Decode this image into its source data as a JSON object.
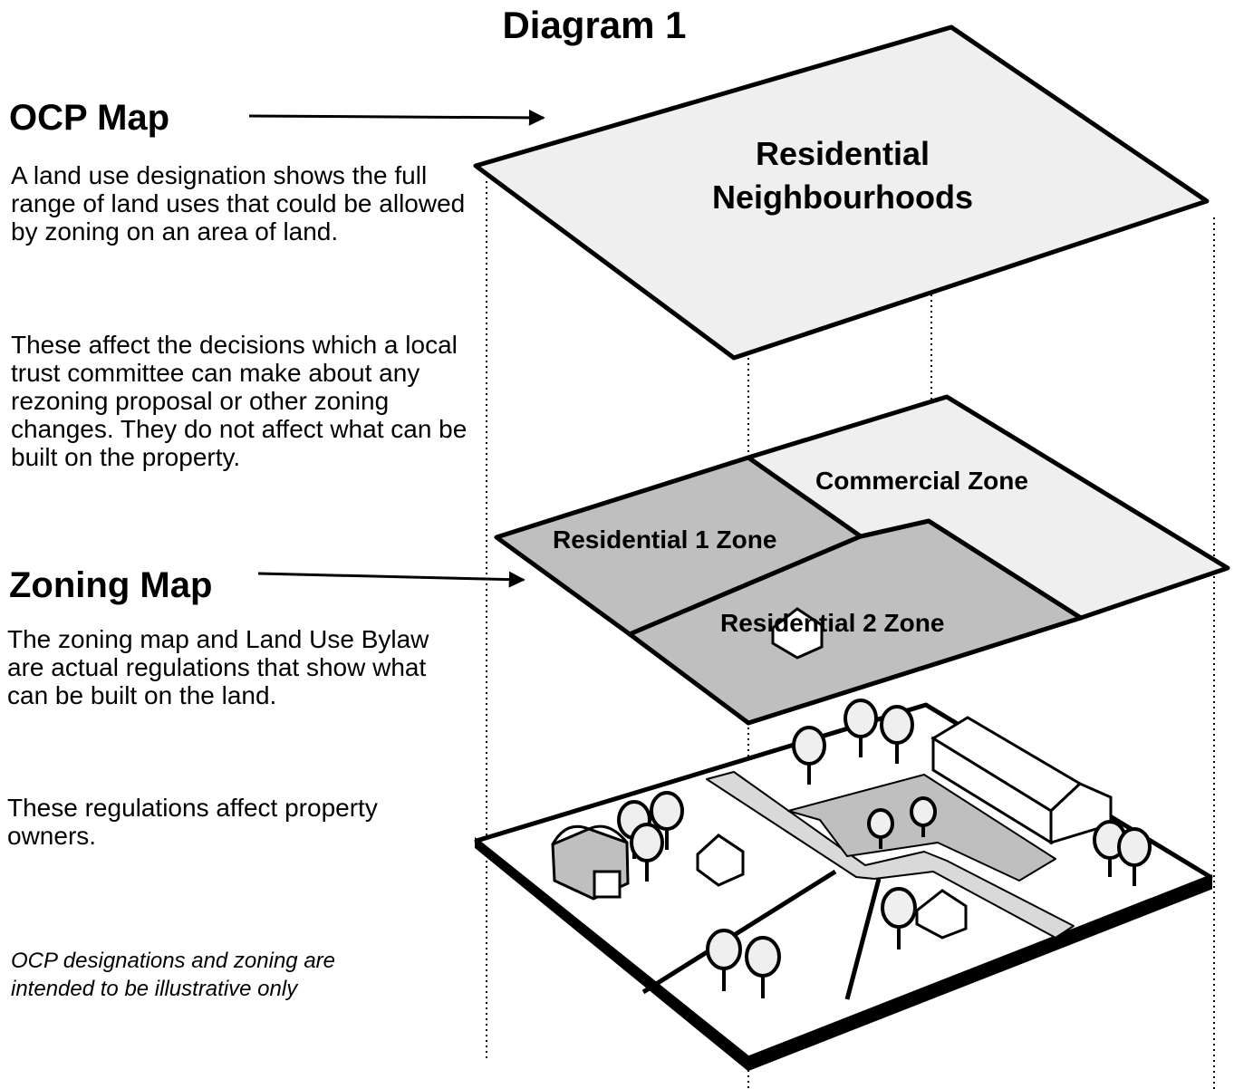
{
  "title": "Diagram 1",
  "ocp": {
    "heading": "OCP Map",
    "paragraph_1": "A land use designation shows the full range of land uses that could be allowed by zoning on an area of land.",
    "paragraph_2": "These affect the decisions which a local trust committee can make about any rezoning proposal or other zoning changes. They do not affect what can be built on the property.",
    "layer_label": "Residential Neighbourhoods"
  },
  "zoning": {
    "heading": "Zoning Map",
    "paragraph_1": "The zoning map and Land Use Bylaw are actual regulations that show what can be built on the land.",
    "paragraph_2": "These regulations affect property owners.",
    "zones": {
      "residential_1": "Residential 1 Zone",
      "residential_2": "Residential 2 Zone",
      "commercial": "Commercial Zone"
    }
  },
  "note": "OCP designations and zoning are intended to be illustrative only",
  "colors": {
    "ocp_fill": "#efefef",
    "residential_zone_fill": "#bfbfbf",
    "commercial_zone_fill": "#efefef",
    "road_fill": "#d9d9d9",
    "land_fill": "#ffffff",
    "outline": "#000000"
  }
}
